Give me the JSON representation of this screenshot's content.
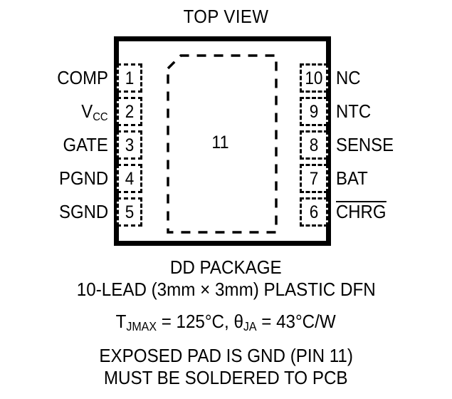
{
  "title": "TOP VIEW",
  "package": {
    "exposed_pad_number": "11",
    "left_pins": [
      {
        "number": "1",
        "label": "COMP"
      },
      {
        "number": "2",
        "label": "V",
        "sub": "CC"
      },
      {
        "number": "3",
        "label": "GATE"
      },
      {
        "number": "4",
        "label": "PGND"
      },
      {
        "number": "5",
        "label": "SGND"
      }
    ],
    "right_pins": [
      {
        "number": "10",
        "label": "NC"
      },
      {
        "number": "9",
        "label": "NTC"
      },
      {
        "number": "8",
        "label": "SENSE"
      },
      {
        "number": "7",
        "label": "BAT"
      },
      {
        "number": "6",
        "label": "CHRG",
        "overline": true
      }
    ]
  },
  "caption": {
    "line1": "DD PACKAGE",
    "line2": "10-LEAD (3mm × 3mm) PLASTIC DFN",
    "line3_pre": "T",
    "line3_sub1": "JMAX",
    "line3_mid": " = 125°C, θ",
    "line3_sub2": "JA",
    "line3_post": " = 43°C/W",
    "line4": "EXPOSED PAD IS GND (PIN 11)",
    "line5": "MUST BE SOLDERED TO PCB"
  },
  "colors": {
    "ink": "#000000",
    "background": "#ffffff"
  }
}
